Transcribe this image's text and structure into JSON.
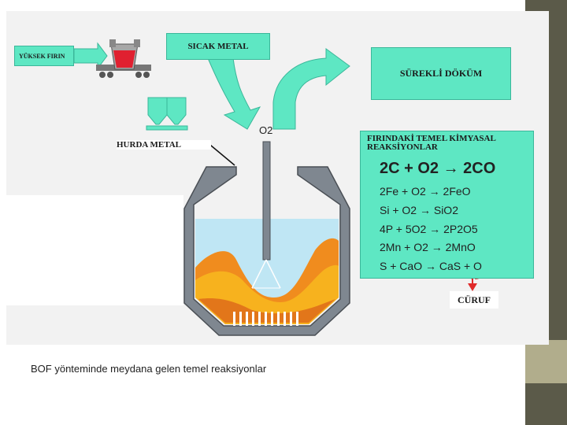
{
  "diagram": {
    "labels": {
      "yuksek_firin": "YÜKSEK FIRIN",
      "sicak_metal": "SICAK METAL",
      "surekli_dokum": "SÜREKLİ DÖKÜM",
      "hurda_metal": "HURDA METAL",
      "o2": "O2",
      "curuf": "CÜRUF"
    },
    "reactions_title": "FIRINDAKİ TEMEL KİMYASAL REAKSİYONLAR",
    "reactions": [
      "2C + O2 → 2CO",
      "2Fe + O2 → 2FeO",
      "Si + O2 → SiO2",
      "4P + 5O2 → 2P2O5",
      "2Mn + O2 → 2MnO",
      "S + CaO → CaS + O"
    ],
    "colors": {
      "label_fill": "#5ee7c3",
      "arrow_fill": "#5ee7c3",
      "furnace_wall": "#7f8790",
      "liquid_top": "#bfe6f4",
      "slag_orange": "#f08c1e",
      "metal_yellow": "#f7b21e",
      "highlight_red": "#e02b2b"
    }
  },
  "caption": "BOF yönteminde meydana gelen temel reaksiyonlar"
}
